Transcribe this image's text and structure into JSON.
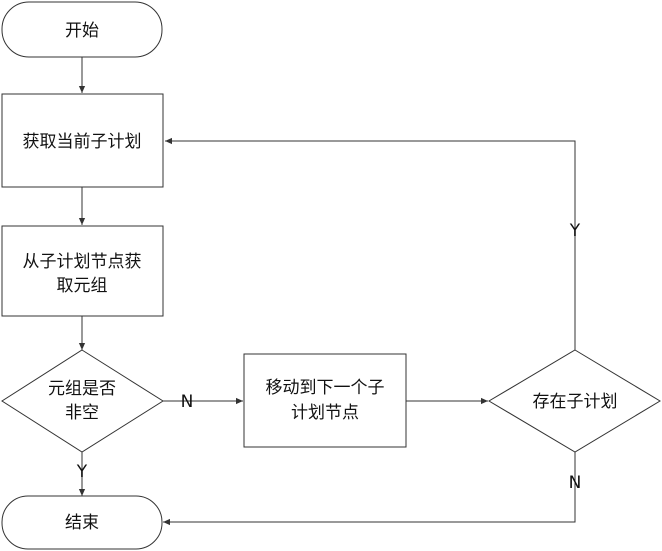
{
  "diagram": {
    "nodes": {
      "start": {
        "lines": [
          "开始"
        ]
      },
      "get_current": {
        "lines": [
          "获取当前子计划"
        ]
      },
      "get_tuple": {
        "lines": [
          "从子计划节点获",
          "取元组"
        ]
      },
      "tuple_nonempty": {
        "lines": [
          "元组是否",
          "非空"
        ]
      },
      "move_next": {
        "lines": [
          "移动到下一个子",
          "计划节点"
        ]
      },
      "has_subplan": {
        "lines": [
          "存在子计划"
        ]
      },
      "end": {
        "lines": [
          "结束"
        ]
      }
    },
    "edge_labels": {
      "nonempty_no": "N",
      "nonempty_yes": "Y",
      "has_yes": "Y",
      "has_no": "N"
    },
    "colors": {
      "stroke": "#333333",
      "fill": "#ffffff",
      "text": "#111111"
    }
  }
}
